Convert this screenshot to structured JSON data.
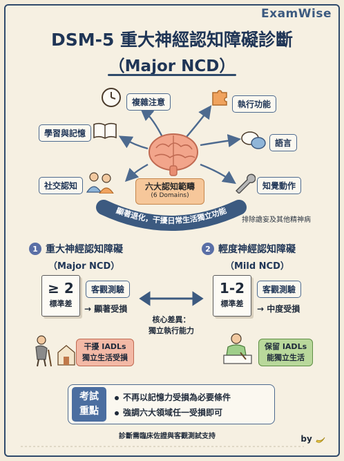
{
  "brand": "ExamWise",
  "title": "DSM-5 重大神經認知障礙診斷",
  "subtitle": "（Major NCD）",
  "domains": {
    "complex_attention": "複雜注意",
    "executive_function": "執行功能",
    "learning_memory": "學習與記憶",
    "language": "語言",
    "social_cognition": "社交認知",
    "perceptual_motor": "知覺動作"
  },
  "center": {
    "label": "六大認知範疇",
    "sublabel": "(6 Domains)"
  },
  "banner": "顯著退化，干擾日常生活獨立功能",
  "exclusion": "排除譫妄及其他精神病",
  "major": {
    "number": "1",
    "title": "重大神經認知障礙",
    "subtitle": "（Major NCD）",
    "sd_value": "≥ 2",
    "sd_label": "標準差",
    "test_label": "客觀測驗",
    "result": "→ 顯著受損",
    "adl_line1": "干擾 IADLs",
    "adl_line2": "獨立生活受損"
  },
  "mild": {
    "number": "2",
    "title": "輕度神經認知障礙",
    "subtitle": "（Mild NCD）",
    "sd_value": "1-2",
    "sd_label": "標準差",
    "test_label": "客觀測驗",
    "result": "→ 中度受損",
    "adl_line1": "保留 IADLs",
    "adl_line2": "能獨立生活"
  },
  "core_difference": {
    "line1": "核心差異：",
    "line2": "獨立執行能力"
  },
  "exam": {
    "tag_line1": "考試",
    "tag_line2": "重點",
    "point1": "不再以記憶力受損為必要條件",
    "point2": "強調六大領域任一受損即可"
  },
  "footnote": "診斷需臨床佐證與客觀測試支持",
  "byline": "by",
  "colors": {
    "navy": "#1f3556",
    "accent_blue": "#4b6ea0",
    "orange": "#f6c79a",
    "red_adl": "#f3b9a6",
    "green_adl": "#b9d89b"
  }
}
